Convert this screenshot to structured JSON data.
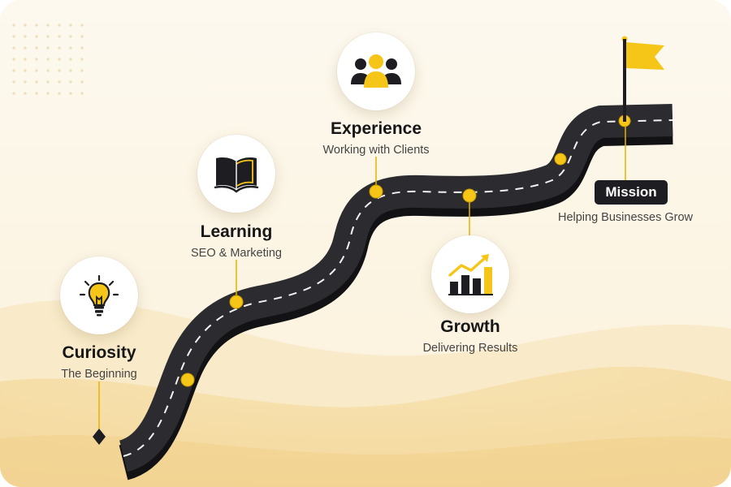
{
  "milestones": [
    {
      "id": "curiosity",
      "title": "Curiosity",
      "subtitle": "The Beginning",
      "icon": "lightbulb-icon"
    },
    {
      "id": "learning",
      "title": "Learning",
      "subtitle": "SEO & Marketing",
      "icon": "open-book-icon"
    },
    {
      "id": "experience",
      "title": "Experience",
      "subtitle": "Working with Clients",
      "icon": "people-group-icon"
    },
    {
      "id": "growth",
      "title": "Growth",
      "subtitle": "Delivering Results",
      "icon": "growth-chart-icon"
    }
  ],
  "mission": {
    "title": "Mission",
    "subtitle": "Helping Businesses Grow",
    "icon": "flag-icon"
  },
  "colors": {
    "accent": "#f5c518",
    "road": "#2b2b30",
    "road_edge": "#1c1c20",
    "badge_bg": "#1d1d22",
    "background": "#fdf9ef"
  }
}
